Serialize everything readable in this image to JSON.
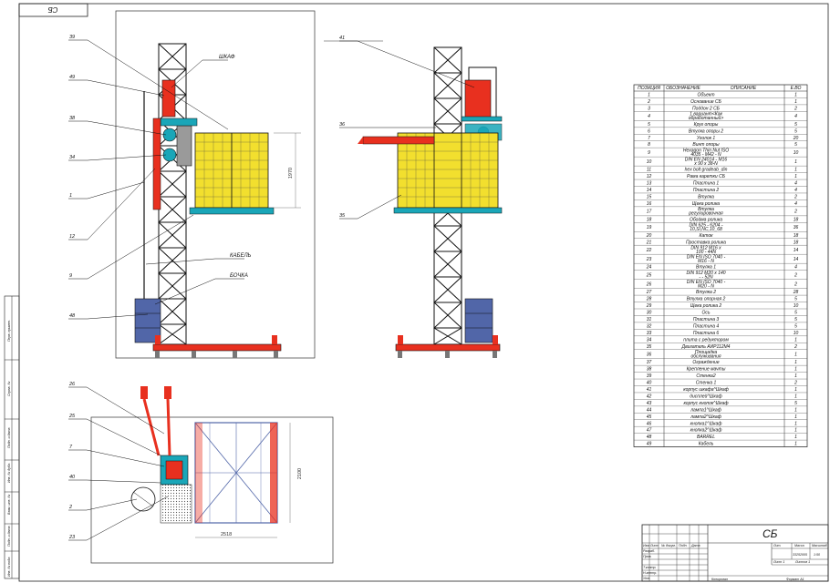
{
  "sheet_code": "СБ",
  "callouts_left": [
    {
      "num": "39"
    },
    {
      "num": "49"
    },
    {
      "num": "38"
    },
    {
      "num": "34"
    },
    {
      "num": "1"
    },
    {
      "num": "12"
    },
    {
      "num": "9"
    },
    {
      "num": "48"
    }
  ],
  "callouts_front": [
    {
      "num": "41"
    },
    {
      "num": "36"
    },
    {
      "num": "35"
    }
  ],
  "callouts_plan": [
    {
      "num": "26"
    },
    {
      "num": "25"
    },
    {
      "num": "7"
    },
    {
      "num": "40"
    },
    {
      "num": "2"
    },
    {
      "num": "23"
    }
  ],
  "labels": {
    "shkaf": "ШКАФ",
    "kabel": "КАБЕЛЬ",
    "bochka": "БОЧКА"
  },
  "dimensions": {
    "height": "1970",
    "depth": "2100",
    "width": "2518"
  },
  "bom": {
    "headers": {
      "pos": "ПОЗИЦИЯ",
      "code": "ОБОЗНАЧЕНИЕ",
      "desc": "ОПИСАНИЕ",
      "qty": "Е.ВО"
    },
    "rows": [
      {
        "pos": "1",
        "code": "Объект",
        "qty": "1"
      },
      {
        "pos": "2",
        "code": "Основание СБ",
        "qty": "1"
      },
      {
        "pos": "3",
        "code": "Поддон 2 СБ",
        "qty": "2"
      },
      {
        "pos": "4",
        "code": "1 вариант<Как обработанный>",
        "qty": "4"
      },
      {
        "pos": "5",
        "code": "Круг опоры",
        "qty": "5"
      },
      {
        "pos": "6",
        "code": "Втулка опоры 2",
        "qty": "5"
      },
      {
        "pos": "7",
        "code": "Уголок 1",
        "qty": "20"
      },
      {
        "pos": "8",
        "code": "Винт опоры",
        "qty": "5"
      },
      {
        "pos": "9",
        "code": "Hexagon Thin Nut ISO 4035 - M42 - N",
        "qty": "10"
      },
      {
        "pos": "10",
        "code": "DIN EN 24014 - M16 x 90 x 38-N",
        "qty": "1"
      },
      {
        "pos": "11",
        "code": "hex bolt gradeab_din",
        "qty": "1"
      },
      {
        "pos": "12",
        "code": "Рама каретки СБ",
        "qty": "1"
      },
      {
        "pos": "13",
        "code": "Пластина 1",
        "qty": "4"
      },
      {
        "pos": "14",
        "code": "Пластина 2",
        "qty": "4"
      },
      {
        "pos": "15",
        "code": "Втулка",
        "qty": "2"
      },
      {
        "pos": "16",
        "code": "Щека ролика",
        "qty": "4"
      },
      {
        "pos": "17",
        "code": "Втулка регулировочная",
        "qty": "2"
      },
      {
        "pos": "18",
        "code": "Обойма ролика",
        "qty": "18"
      },
      {
        "pos": "19",
        "code": "DIN 625 - 6204 - 10,SI,NC,10_68",
        "qty": "36"
      },
      {
        "pos": "20",
        "code": "Каток",
        "qty": "18"
      },
      {
        "pos": "21",
        "code": "Проставка ролика",
        "qty": "18"
      },
      {
        "pos": "22",
        "code": "DIN 912 M16 x 100 - 44N",
        "qty": "14"
      },
      {
        "pos": "23",
        "code": "DIN EN ISO 7040 - M16 - N",
        "qty": "14"
      },
      {
        "pos": "24",
        "code": "Втулка 1",
        "qty": "4"
      },
      {
        "pos": "25",
        "code": "DIN 912 M20 x 140 - - 52N",
        "qty": "2"
      },
      {
        "pos": "26",
        "code": "DIN EN ISO 7040 - M20 - N",
        "qty": "2"
      },
      {
        "pos": "27",
        "code": "Втулка 2",
        "qty": "28"
      },
      {
        "pos": "28",
        "code": "Втулка опорная 2",
        "qty": "5"
      },
      {
        "pos": "29",
        "code": "Щека ролика 2",
        "qty": "10"
      },
      {
        "pos": "30",
        "code": "Ось",
        "qty": "5"
      },
      {
        "pos": "31",
        "code": "Пластина 3",
        "qty": "5"
      },
      {
        "pos": "32",
        "code": "Пластина 4",
        "qty": "5"
      },
      {
        "pos": "33",
        "code": "Пластина 6",
        "qty": "10"
      },
      {
        "pos": "34",
        "code": "плита с редуктором",
        "qty": "1"
      },
      {
        "pos": "35",
        "code": "Двигатель АИР112М4",
        "qty": "2"
      },
      {
        "pos": "36",
        "code": "Площадка обслуживания",
        "qty": "1"
      },
      {
        "pos": "37",
        "code": "Ограждение",
        "qty": "1"
      },
      {
        "pos": "38",
        "code": "Крепление мачты",
        "qty": "1"
      },
      {
        "pos": "39",
        "code": "Стенка2",
        "qty": "1"
      },
      {
        "pos": "40",
        "code": "Стенка 1",
        "qty": "2"
      },
      {
        "pos": "41",
        "code": "корпус шкафа^Шкаф",
        "qty": "1"
      },
      {
        "pos": "42",
        "code": "дисплей^Шкаф",
        "qty": "1"
      },
      {
        "pos": "43",
        "code": "корпус кнопок^Шкаф",
        "qty": "5"
      },
      {
        "pos": "44",
        "code": "лампа1^Шкаф",
        "qty": "1"
      },
      {
        "pos": "45",
        "code": "лампа2^Шкаф",
        "qty": "1"
      },
      {
        "pos": "46",
        "code": "кнопка1^Шкаф",
        "qty": "1"
      },
      {
        "pos": "47",
        "code": "кнопка2^Шкаф",
        "qty": "1"
      },
      {
        "pos": "48",
        "code": "BARREL",
        "qty": "1"
      },
      {
        "pos": "49",
        "code": "Кабель",
        "qty": "1"
      }
    ]
  },
  "title_block": {
    "designation": "СБ",
    "mass_hdr": "Масса",
    "scale_hdr": "Масштаб",
    "lit_hdr": "Лит.",
    "mass": "33252005",
    "scale": "1:50",
    "sheet": "Лист 1",
    "sheets": "Листов 1",
    "copy": "Копировал",
    "format": "Формат А1",
    "rows": [
      "Изм",
      "Лист",
      "№ докум.",
      "Подп.",
      "Дата"
    ],
    "roles": [
      "Разраб.",
      "Пров.",
      "Т.контр.",
      "Н.контр.",
      "Утв."
    ]
  },
  "side_strip": [
    "Перв. примен.",
    "Справ. №",
    "Подп. и дата",
    "Инв. № дубл.",
    "Взам. инв. №",
    "Подп. и дата",
    "Инв. № подл."
  ],
  "colors": {
    "red": "#e8301f",
    "teal": "#1aa6b8",
    "blue": "#5166a8",
    "yellow": "#f2df2e",
    "dark": "#222222",
    "grey": "#7a7a7a"
  }
}
